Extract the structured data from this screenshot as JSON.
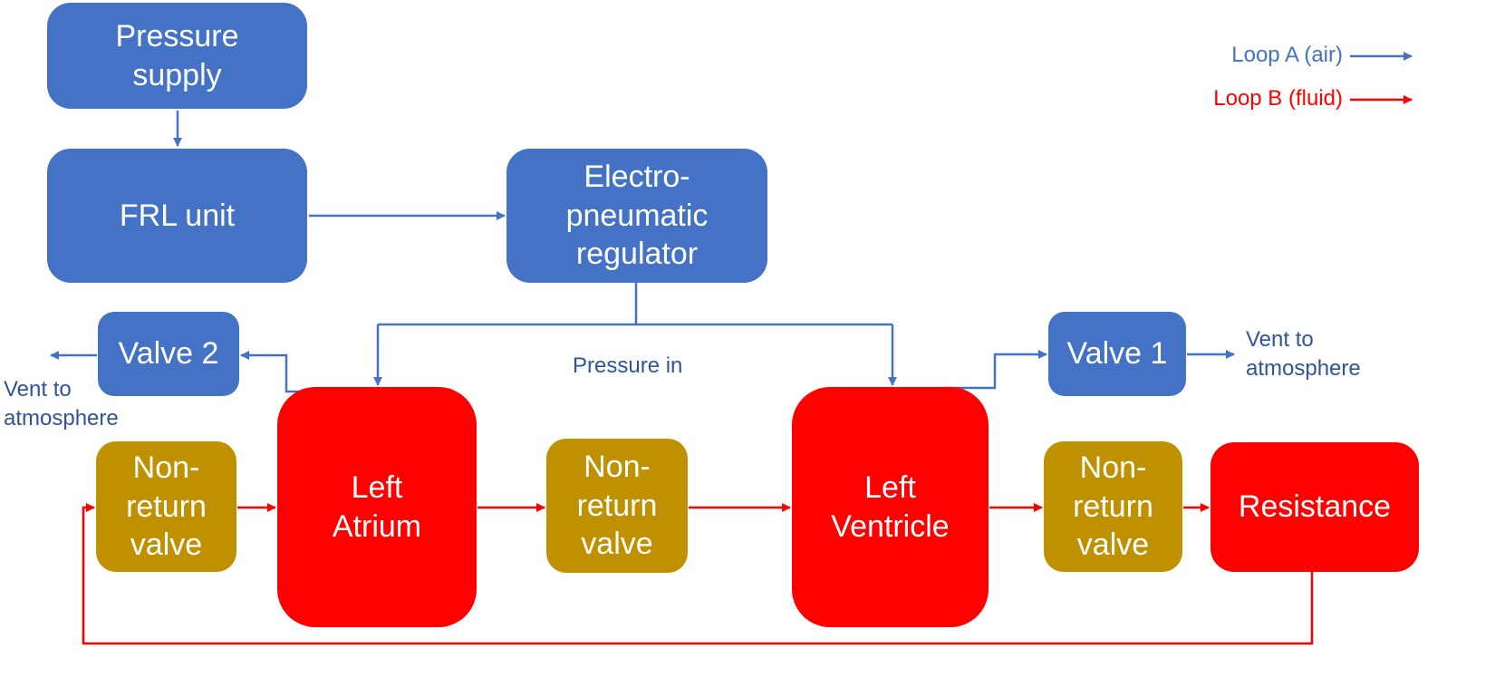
{
  "colors": {
    "loop_a": "#4472C4",
    "loop_b": "#FF0000",
    "blue_box": "#4472C4",
    "red_box": "#FF0000",
    "gold_box": "#BF9000",
    "label_text": "#2F5597"
  },
  "legend": {
    "loop_a": "Loop A (air)",
    "loop_b": "Loop B (fluid)"
  },
  "boxes": {
    "pressure_supply": "Pressure\nsupply",
    "frl_unit": "FRL unit",
    "regulator": "Electro-\npneumatic\nregulator",
    "valve2": "Valve 2",
    "valve1": "Valve 1",
    "left_atrium": "Left\nAtrium",
    "left_ventricle": "Left\nVentricle",
    "nrv1": "Non-\nreturn\nvalve",
    "nrv2": "Non-\nreturn\nvalve",
    "nrv3": "Non-\nreturn\nvalve",
    "resistance": "Resistance"
  },
  "labels": {
    "vent_left": "Vent to\natmosphere",
    "vent_right": "Vent to\natmosphere",
    "pressure_in": "Pressure in"
  }
}
